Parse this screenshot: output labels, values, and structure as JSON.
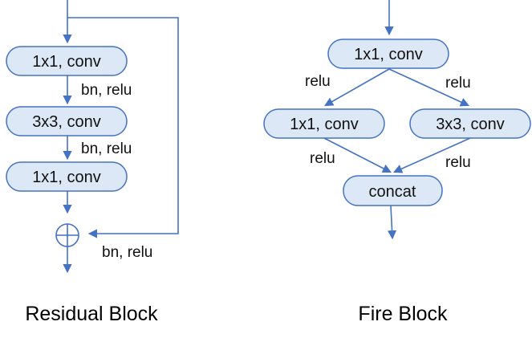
{
  "residual_block": {
    "caption": "Residual Block",
    "nodes": {
      "conv1": "1x1, conv",
      "conv2": "3x3, conv",
      "conv3": "1x1, conv"
    },
    "add_symbol": "⊕",
    "edge_labels": {
      "after_conv1": "bn, relu",
      "after_conv2": "bn, relu",
      "shortcut": "bn, relu"
    }
  },
  "fire_block": {
    "caption": "Fire Block",
    "nodes": {
      "squeeze": "1x1, conv",
      "expand1": "1x1, conv",
      "expand3": "3x3, conv",
      "concat": "concat"
    },
    "edge_labels": {
      "squeeze_to_expand1": "relu",
      "squeeze_to_expand3": "relu",
      "expand1_to_concat": "relu",
      "expand3_to_concat": "relu"
    }
  },
  "colors": {
    "box_fill": "#dde8f6",
    "stroke": "#4472c4"
  }
}
